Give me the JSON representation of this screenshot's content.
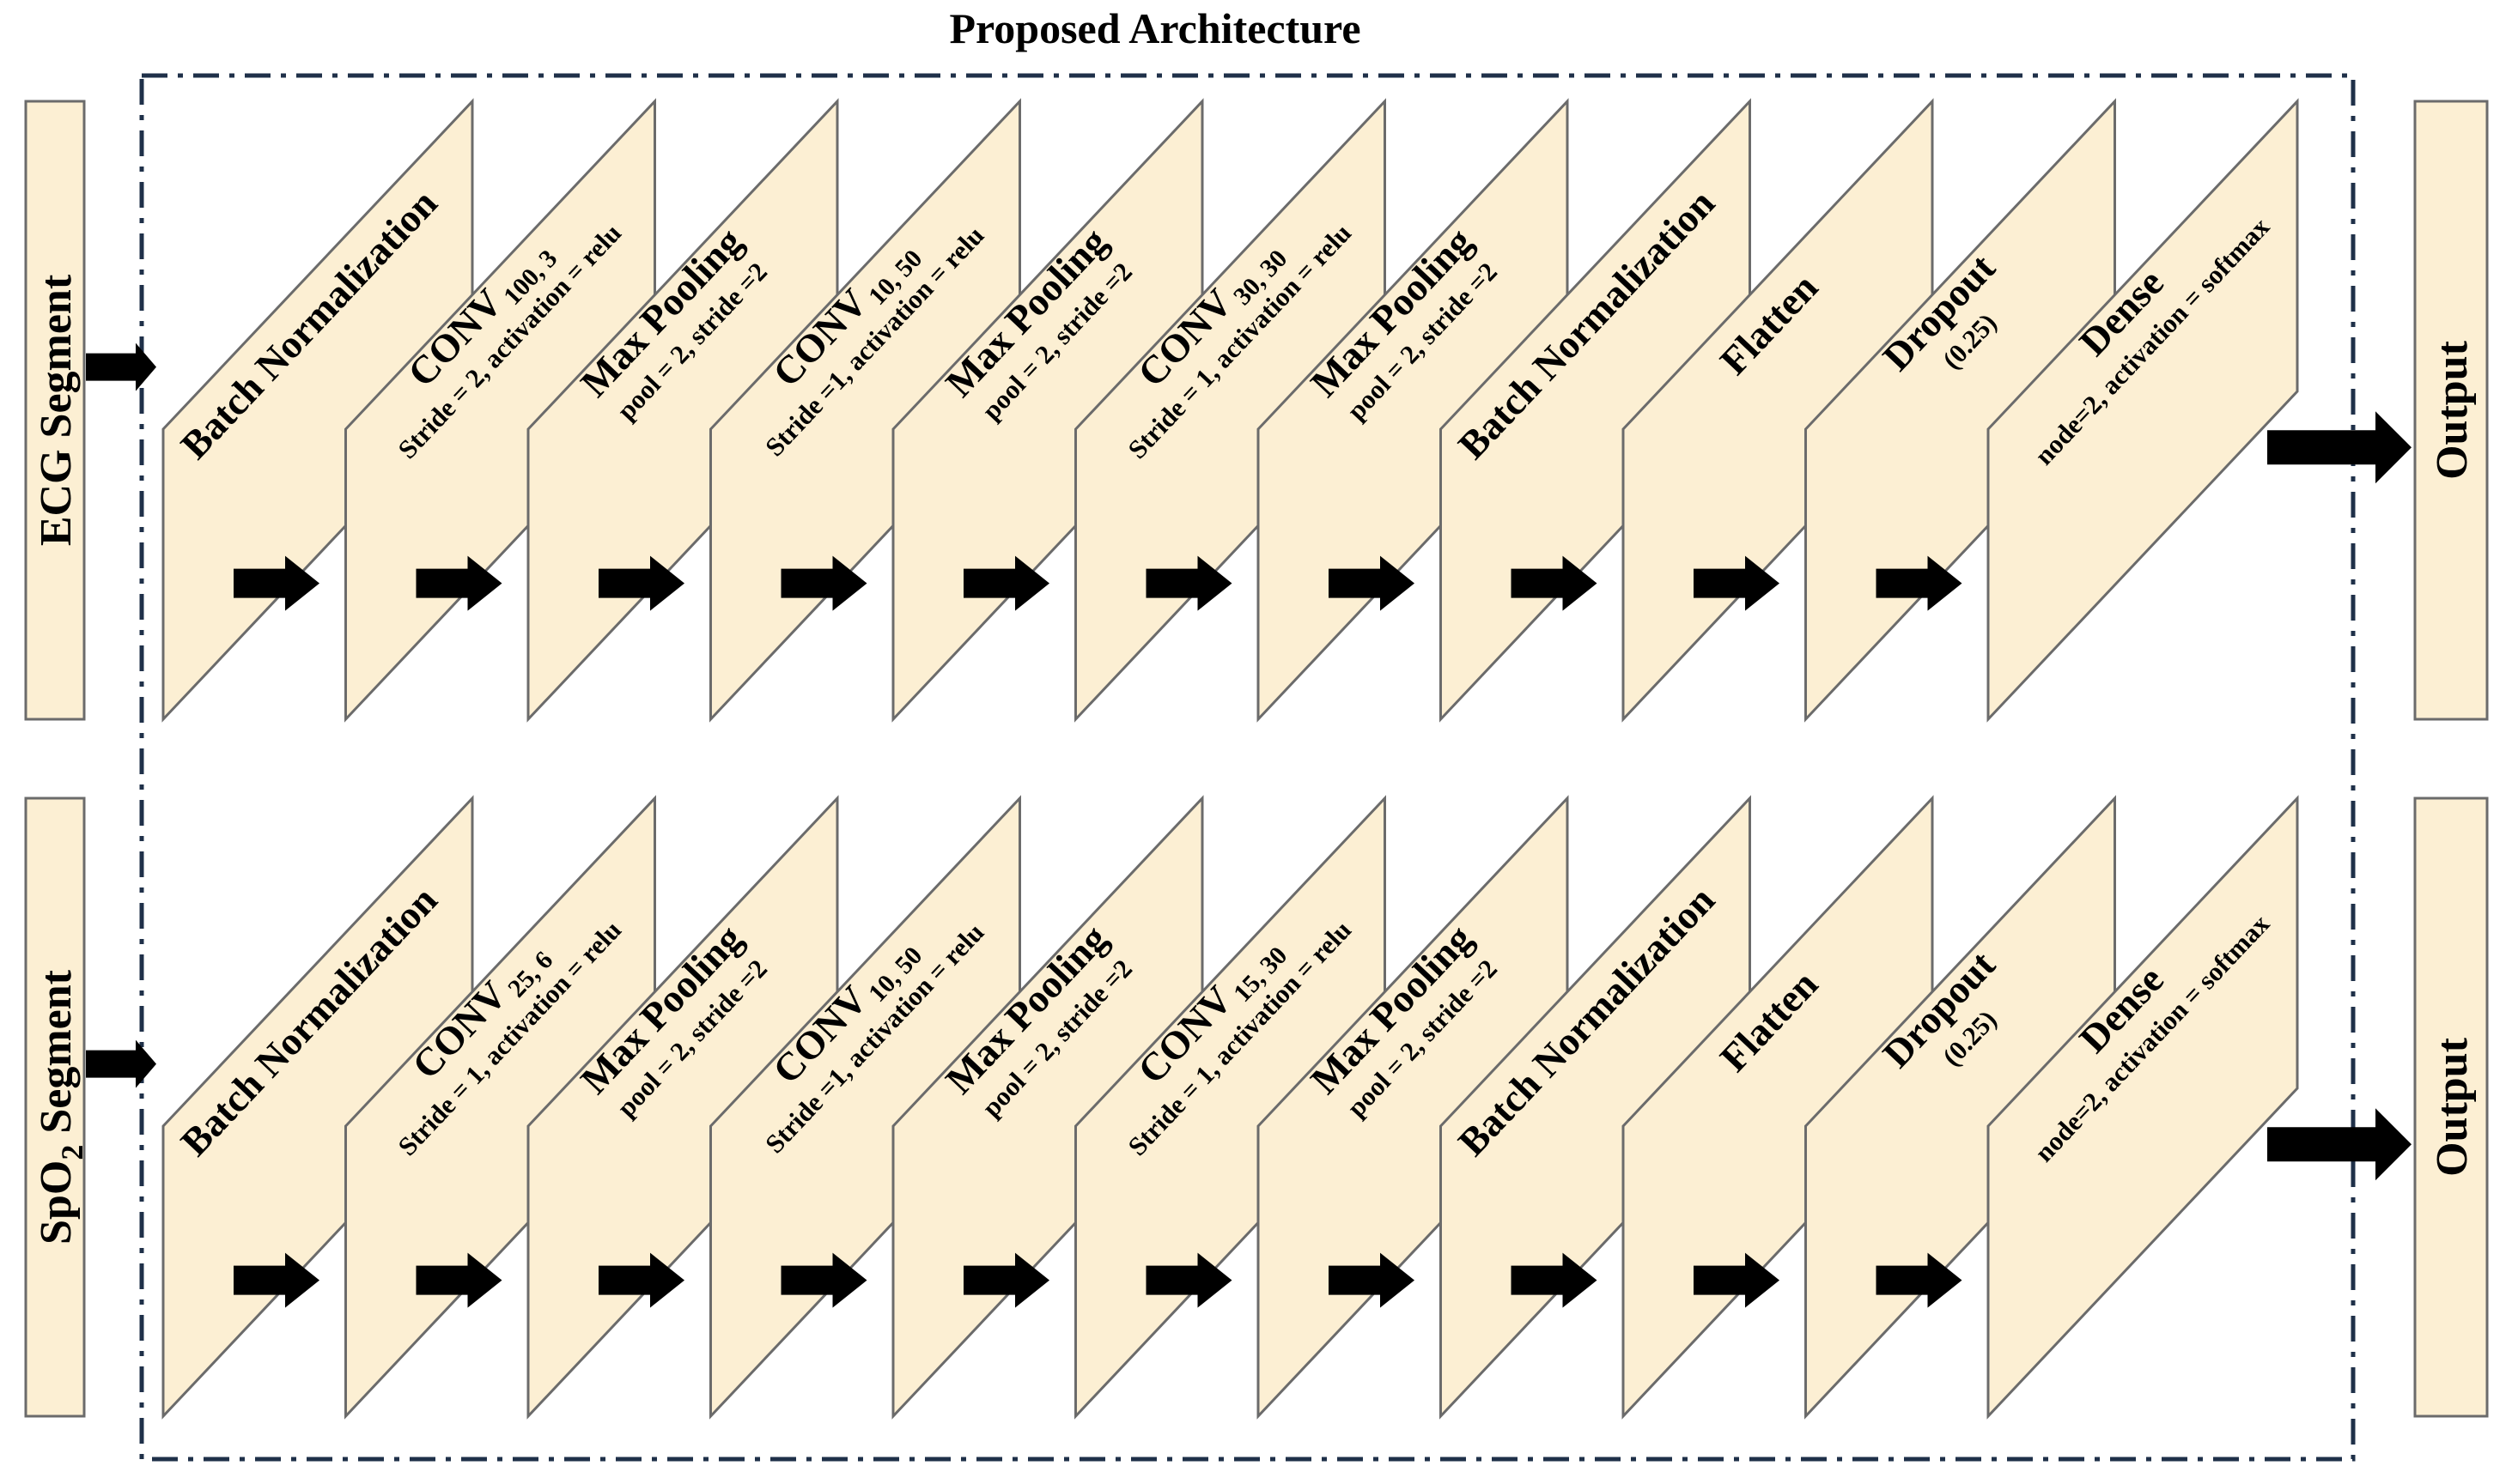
{
  "title": "Proposed Architecture",
  "colors": {
    "layer_fill": "#fcefd3",
    "layer_stroke": "#6b6b6b",
    "frame_stroke": "#1f3049",
    "arrow": "#000000"
  },
  "rows": [
    {
      "input": {
        "main": "ECG Segment",
        "sub": ""
      },
      "output": "Output",
      "layers": [
        {
          "main": "Batch Normalization",
          "sub": "",
          "param": ""
        },
        {
          "main": "CONV",
          "sub": "100, 3",
          "param": "Stride = 2, activation = relu"
        },
        {
          "main": "Max Pooling",
          "sub": "",
          "param": "pool = 2, stride =2"
        },
        {
          "main": "CONV",
          "sub": "10, 50",
          "param": "Stride =1, activation = relu"
        },
        {
          "main": "Max Pooling",
          "sub": "",
          "param": "pool = 2, stride =2"
        },
        {
          "main": "CONV",
          "sub": "30, 30",
          "param": "Stride = 1, activation = relu"
        },
        {
          "main": "Max Pooling",
          "sub": "",
          "param": "pool = 2, stride =2"
        },
        {
          "main": "Batch Normalization",
          "sub": "",
          "param": ""
        },
        {
          "main": "Flatten",
          "sub": "",
          "param": ""
        },
        {
          "main": "Dropout",
          "sub": "",
          "param": "(0.25)"
        },
        {
          "main": "Dense",
          "sub": "",
          "param": "node=2, activation = softmax"
        }
      ]
    },
    {
      "input": {
        "main": "SpO",
        "sub": "2",
        "main2": " Segment"
      },
      "output": "Output",
      "layers": [
        {
          "main": "Batch Normalization",
          "sub": "",
          "param": ""
        },
        {
          "main": "CONV",
          "sub": "25, 6",
          "param": "Stride = 1, activation = relu"
        },
        {
          "main": "Max Pooling",
          "sub": "",
          "param": "pool = 2, stride =2"
        },
        {
          "main": "CONV",
          "sub": "10, 50",
          "param": "Stride =1, activation = relu"
        },
        {
          "main": "Max Pooling",
          "sub": "",
          "param": "pool = 2, stride =2"
        },
        {
          "main": "CONV",
          "sub": "15, 30",
          "param": "Stride = 1, activation = relu"
        },
        {
          "main": "Max Pooling",
          "sub": "",
          "param": "pool = 2, stride =2"
        },
        {
          "main": "Batch Normalization",
          "sub": "",
          "param": ""
        },
        {
          "main": "Flatten",
          "sub": "",
          "param": ""
        },
        {
          "main": "Dropout",
          "sub": "",
          "param": "(0.25)"
        },
        {
          "main": "Dense",
          "sub": "",
          "param": "node=2, activation = softmax"
        }
      ]
    }
  ]
}
